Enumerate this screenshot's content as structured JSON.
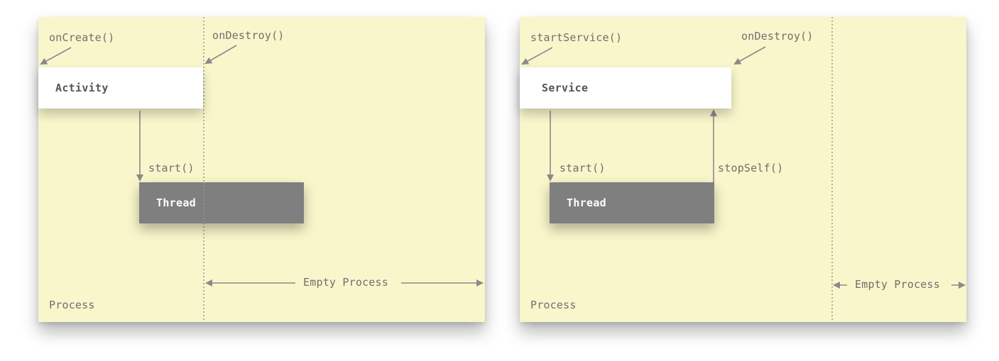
{
  "left_panel": {
    "call_create": "onCreate()",
    "call_destroy": "onDestroy()",
    "component_box": "Activity",
    "call_start": "start()",
    "thread_box": "Thread",
    "empty_process": "Empty Process",
    "process_label": "Process"
  },
  "right_panel": {
    "call_start_service": "startService()",
    "call_destroy": "onDestroy()",
    "component_box": "Service",
    "call_start": "start()",
    "call_stop_self": "stopSelf()",
    "thread_box": "Thread",
    "empty_process": "Empty Process",
    "process_label": "Process"
  },
  "colors": {
    "panel_background": "#f9f6cb",
    "light_box": "#ffffff",
    "dark_box": "#7f7f7f",
    "line": "#8a8a8a",
    "text": "#6f6f6f"
  }
}
